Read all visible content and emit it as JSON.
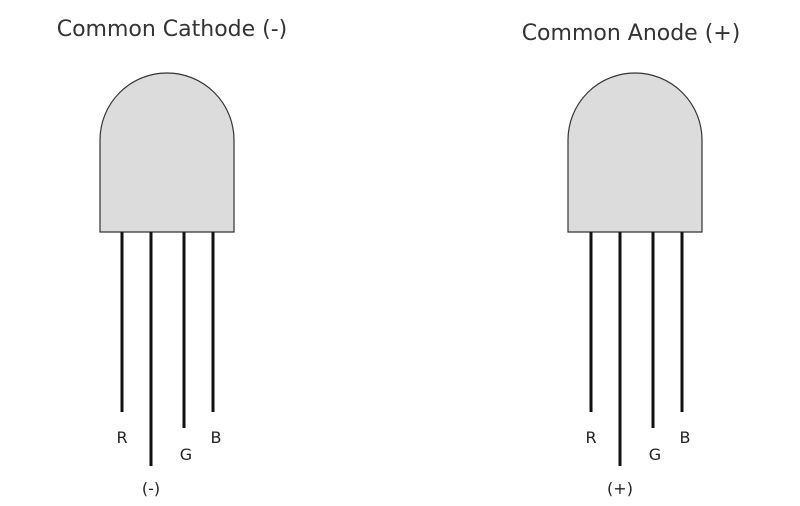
{
  "colors": {
    "led_fill": "#dcdcdc",
    "led_outline": "#333333",
    "lead": "#111111",
    "text": "#333333"
  },
  "leds": [
    {
      "title": "Common Cathode (-)",
      "pins": [
        {
          "label": "R"
        },
        {
          "label": "(-)"
        },
        {
          "label": "G"
        },
        {
          "label": "B"
        }
      ]
    },
    {
      "title": "Common Anode (+)",
      "pins": [
        {
          "label": "R"
        },
        {
          "label": "(+)"
        },
        {
          "label": "G"
        },
        {
          "label": "B"
        }
      ]
    }
  ]
}
